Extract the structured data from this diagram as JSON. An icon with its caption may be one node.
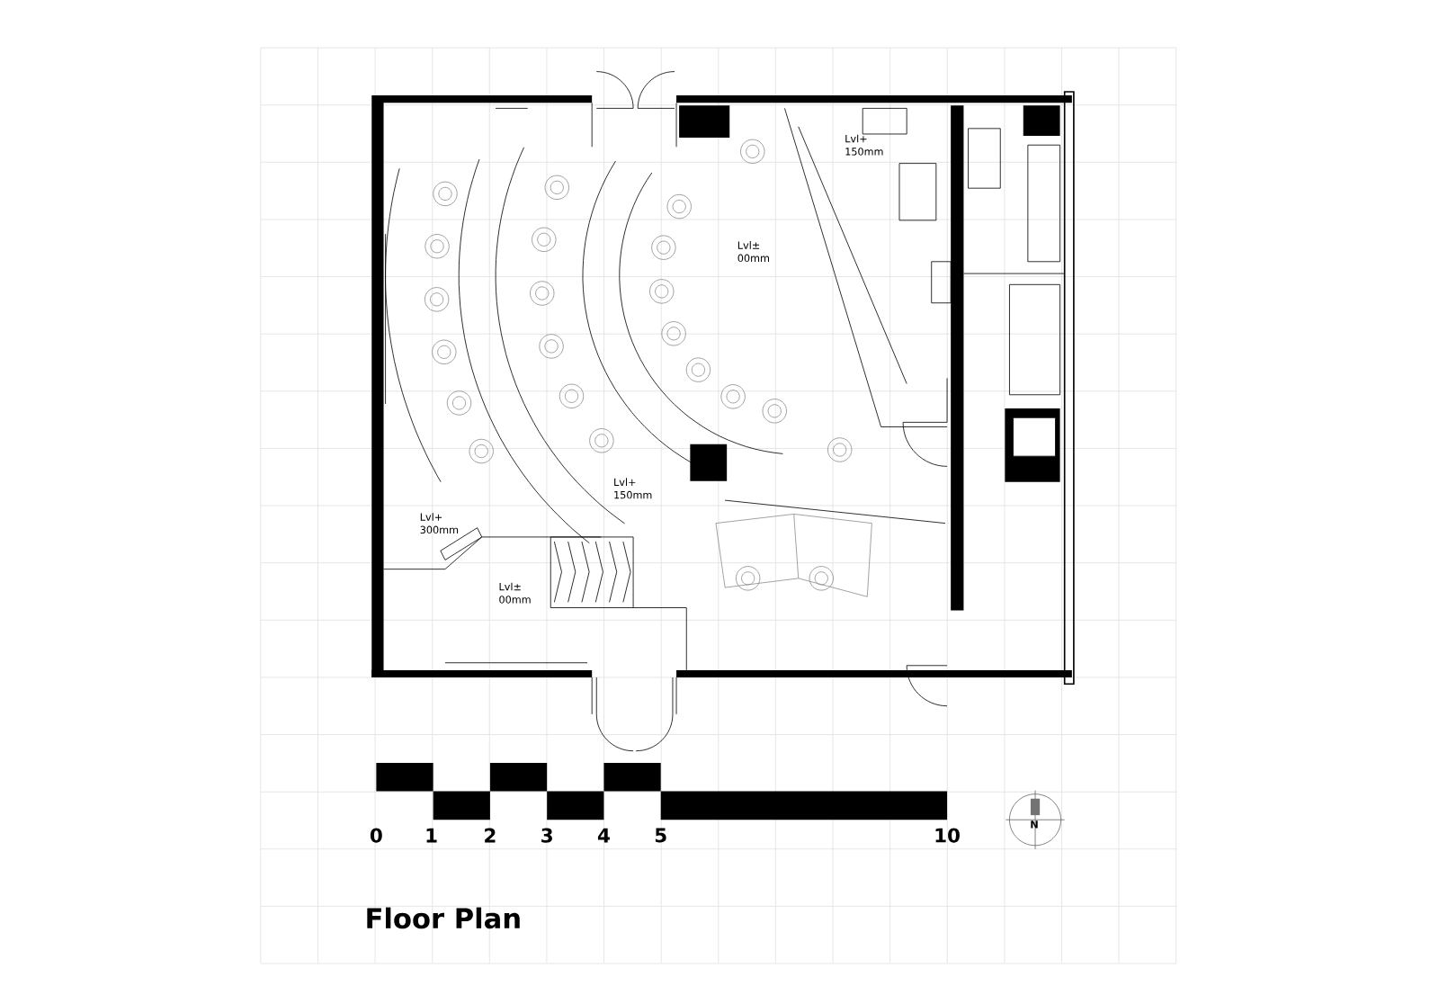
{
  "diagram": {
    "title": "Floor Plan",
    "labels": [
      "Lvl+ 150mm",
      "Lvl± 00mm",
      "Lvl+ 150mm",
      "Lvl+ 300mm",
      "Lvl± 00mm",
      "0",
      "1",
      "2",
      "3",
      "4",
      "5",
      "10",
      "N"
    ]
  }
}
